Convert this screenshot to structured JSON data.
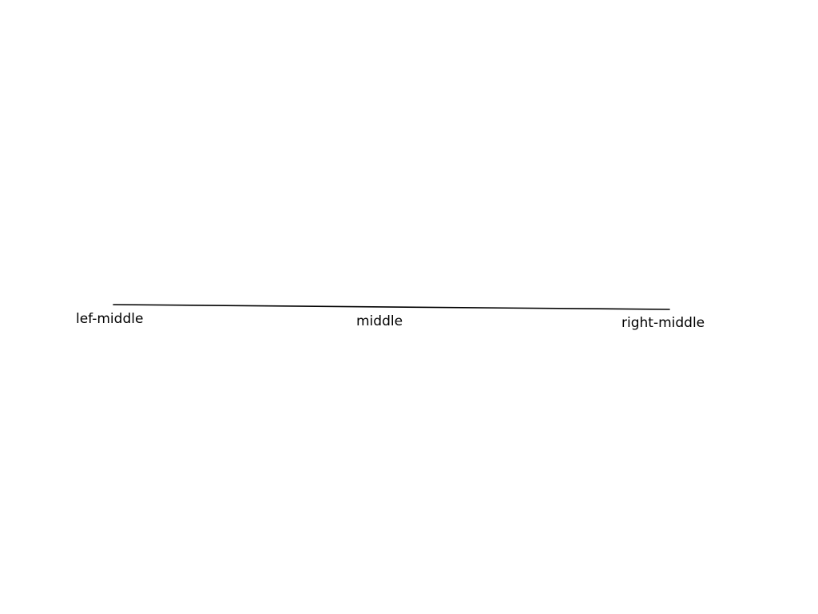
{
  "labels": {
    "left": "lef-middle",
    "middle": "middle",
    "right": "right-middle"
  },
  "colors": {
    "line": "#000000",
    "text": "#000000",
    "background": "#ffffff"
  }
}
